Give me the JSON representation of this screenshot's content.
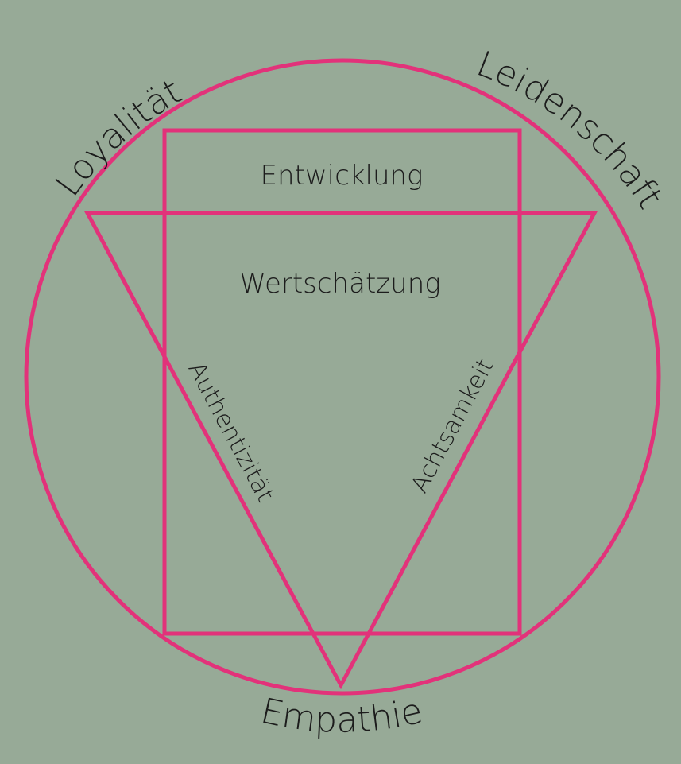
{
  "colors": {
    "background": "#97aa97",
    "stroke": "#e2327a",
    "text": "#1c1c1c"
  },
  "labels": {
    "loyalty": "Loyalität",
    "passion": "Leidenschaft",
    "empathy": "Empathie",
    "development": "Entwicklung",
    "appreciation": "Wertschätzung",
    "authenticity": "Authentizität",
    "mindfulness": "Achtsamkeit"
  }
}
